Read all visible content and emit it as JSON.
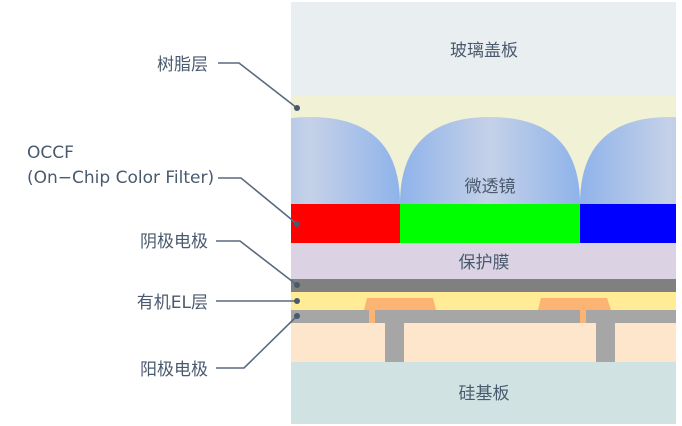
{
  "title": "OLED microdisplay cross-section",
  "layers": {
    "glass_cover": {
      "label": "玻璃盖板",
      "color": "#e9eff0"
    },
    "resin": {
      "color": "#f1f1d6"
    },
    "microlens": {
      "label": "微透镜",
      "color_center": "#c5d1e8",
      "color_edge": "#8fb3ea"
    },
    "color_filter": {
      "red": "#ff0000",
      "green": "#00ff00",
      "blue": "#0000ff"
    },
    "protective_film": {
      "label": "保护膜",
      "color": "#dbd3e4"
    },
    "cathode": {
      "color": "#808080"
    },
    "organic_el": {
      "color": "#ffec94"
    },
    "anode": {
      "color": "#a5a6a5"
    },
    "pixel_pad": {
      "color": "#fbb474"
    },
    "tft_layer": {
      "color": "#fde6cc"
    },
    "silicon_substrate": {
      "label": "硅基板",
      "color": "#d0e2e2"
    }
  },
  "callouts": [
    {
      "id": "resin",
      "lines": [
        "树脂层"
      ]
    },
    {
      "id": "occf",
      "lines": [
        "OCCF",
        "(On−Chip Color Filter)"
      ]
    },
    {
      "id": "cathode",
      "lines": [
        "阴极电极"
      ]
    },
    {
      "id": "organic-el",
      "lines": [
        "有机EL层"
      ]
    },
    {
      "id": "anode",
      "lines": [
        "阳极电极"
      ]
    }
  ]
}
